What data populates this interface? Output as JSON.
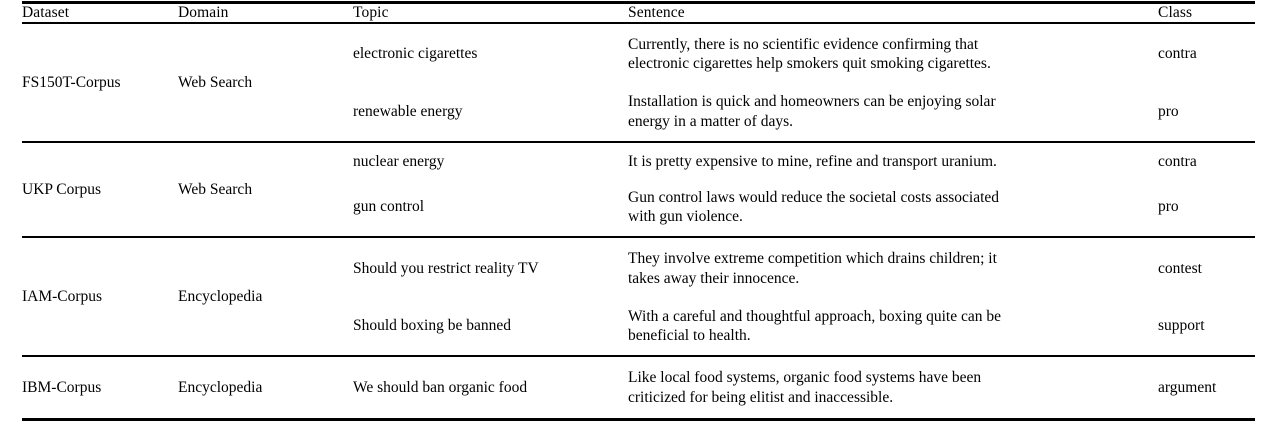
{
  "table": {
    "columns": [
      {
        "key": "dataset",
        "label": "Dataset"
      },
      {
        "key": "domain",
        "label": "Domain"
      },
      {
        "key": "topic",
        "label": "Topic"
      },
      {
        "key": "sentence",
        "label": "Sentence"
      },
      {
        "key": "class",
        "label": "Class"
      }
    ],
    "groups": [
      {
        "dataset": "FS150T-Corpus",
        "domain": "Web Search",
        "rows": [
          {
            "topic": "electronic cigarettes",
            "sentence_lines": [
              "Currently, there is no scientific evidence confirming that",
              "electronic cigarettes help smokers quit smoking cigarettes."
            ],
            "class": "contra"
          },
          {
            "topic": "renewable energy",
            "sentence_lines": [
              "Installation is quick and homeowners can be enjoying solar",
              "energy in a matter of days."
            ],
            "class": "pro"
          }
        ]
      },
      {
        "dataset": "UKP Corpus",
        "domain": "Web Search",
        "rows": [
          {
            "topic": "nuclear energy",
            "sentence_lines": [
              "It is pretty expensive to mine, refine and transport uranium."
            ],
            "class": "contra"
          },
          {
            "topic": "gun control",
            "sentence_lines": [
              "Gun control laws would reduce the societal costs associated",
              "with gun violence."
            ],
            "class": "pro"
          }
        ]
      },
      {
        "dataset": "IAM-Corpus",
        "domain": "Encyclopedia",
        "rows": [
          {
            "topic": "Should you restrict reality TV",
            "sentence_lines": [
              "They involve extreme competition which drains children; it",
              "takes away their innocence."
            ],
            "class": "contest"
          },
          {
            "topic": "Should boxing be banned",
            "sentence_lines": [
              "With a careful and thoughtful approach, boxing quite can be",
              "beneficial to health."
            ],
            "class": "support"
          }
        ]
      },
      {
        "dataset": "IBM-Corpus",
        "domain": "Encyclopedia",
        "rows": [
          {
            "topic": "We should ban organic food",
            "sentence_lines": [
              "Like local food systems, organic food systems have been",
              "criticized for being elitist and inaccessible."
            ],
            "class": "argument"
          }
        ]
      }
    ]
  },
  "style": {
    "rule_color": "#000000",
    "text_color": "#000000",
    "background": "#ffffff"
  }
}
